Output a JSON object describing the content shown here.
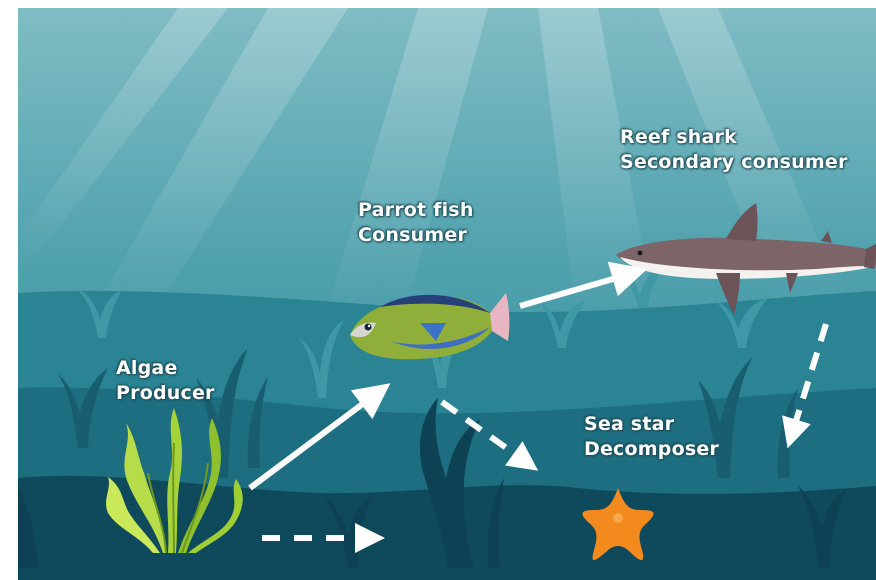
{
  "organisms": [
    {
      "name": "Algae",
      "role": "Producer"
    },
    {
      "name": "Parrot fish",
      "role": "Consumer"
    },
    {
      "name": "Reef shark",
      "role": "Secondary consumer"
    },
    {
      "name": "Sea star",
      "role": "Decomposer"
    }
  ],
  "colors": {
    "water_top": "#7fbac2",
    "water_mid": "#2f8d9c",
    "seabed": "#0f4a5c",
    "arrow": "#ffffff",
    "algae": "#a6d23a",
    "fish": "#8fae3a",
    "shark": "#7d6468",
    "seastar": "#f28a1d"
  },
  "icons": [
    "algae-icon",
    "parrot-fish-icon",
    "reef-shark-icon",
    "sea-star-icon"
  ],
  "arrows": [
    {
      "from": "Algae",
      "to": "Parrot fish",
      "style": "solid"
    },
    {
      "from": "Parrot fish",
      "to": "Reef shark",
      "style": "solid"
    },
    {
      "from": "Algae",
      "to": "Sea star",
      "style": "dashed"
    },
    {
      "from": "Parrot fish",
      "to": "Sea star",
      "style": "dashed"
    },
    {
      "from": "Reef shark",
      "to": "Sea star",
      "style": "dashed"
    }
  ]
}
